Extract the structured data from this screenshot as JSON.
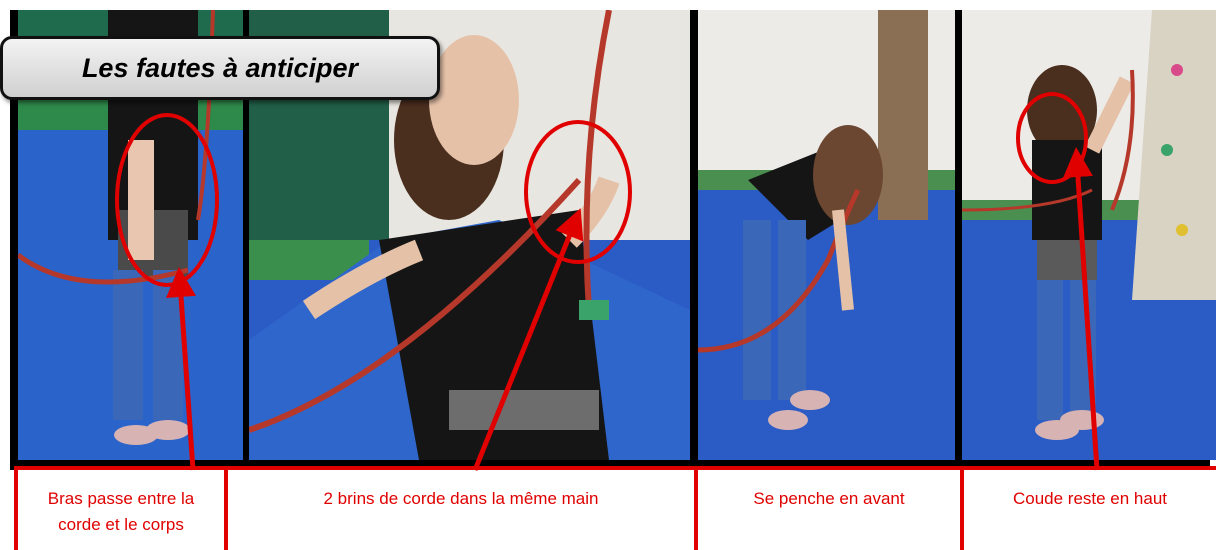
{
  "title": "Les fautes à anticiper",
  "captions": [
    "Bras passe entre la corde et le corps",
    "2 brins de corde dans la même main",
    "Se penche en avant",
    "Coude reste en haut"
  ],
  "colors": {
    "annotation_red": "#e00000",
    "mat_blue": "#2b5bc4",
    "rope_red": "#b5382a",
    "frame_black": "#000000"
  }
}
